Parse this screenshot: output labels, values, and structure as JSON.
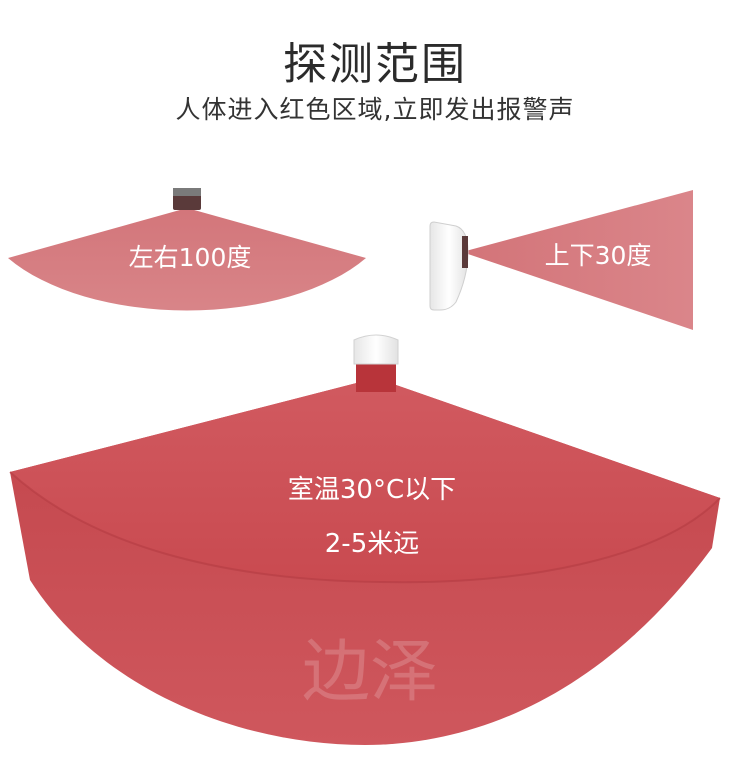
{
  "header": {
    "title": "探测范围",
    "subtitle": "人体进入红色区域,立即发出报警声"
  },
  "panels": {
    "horizontal": {
      "label": "左右100度",
      "angle_deg": 100
    },
    "vertical": {
      "label": "上下30度",
      "angle_deg": 30
    },
    "main": {
      "line1": "室温30°C以下",
      "line2": "2-5米远"
    }
  },
  "watermark": "边泽",
  "colors": {
    "zone": "#c94a50",
    "zone_light": "#d46b70",
    "sensor_body": "#f0f0f0",
    "sensor_window": "#4a2a2a"
  }
}
